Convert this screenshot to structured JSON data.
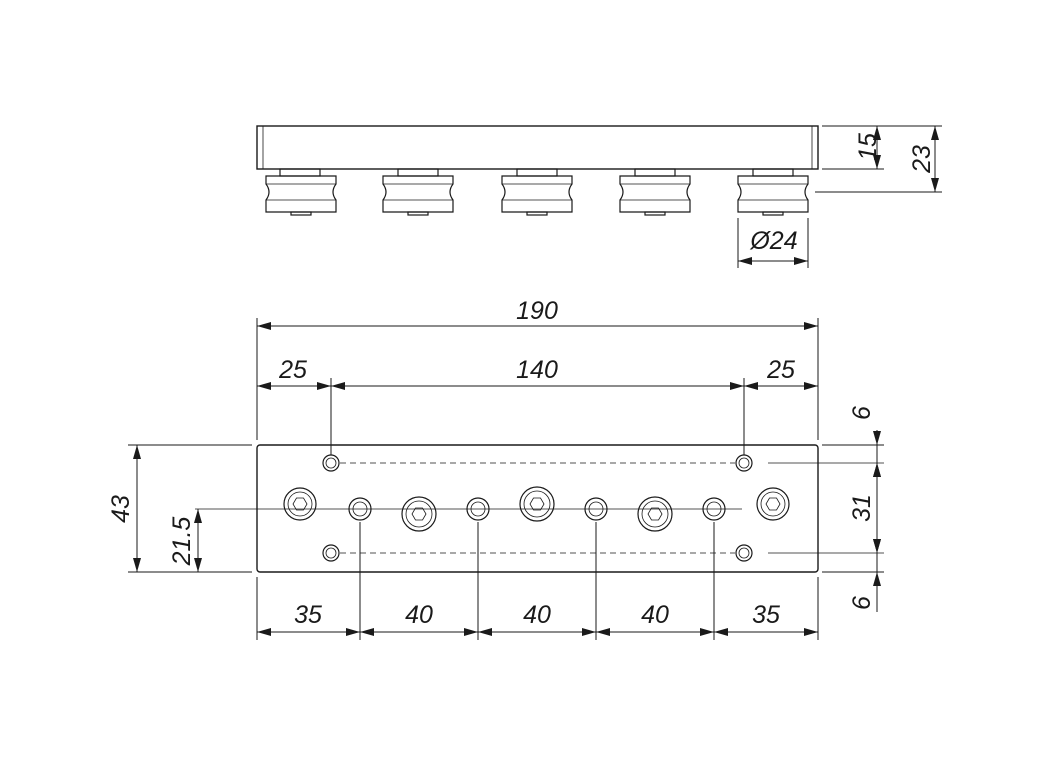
{
  "dimensions": {
    "side_thickness": "15",
    "side_total_height": "23",
    "roller_diameter": "Ø24",
    "overall_length": "190",
    "edge_left": "25",
    "hole_span": "140",
    "edge_right": "25",
    "overall_width": "43",
    "center_height": "21.5",
    "top_offset": "6",
    "hole_row_spacing": "31",
    "bottom_offset": "6",
    "pitch_end_left": "35",
    "pitch_1": "40",
    "pitch_2": "40",
    "pitch_3": "40",
    "pitch_end_right": "35"
  }
}
